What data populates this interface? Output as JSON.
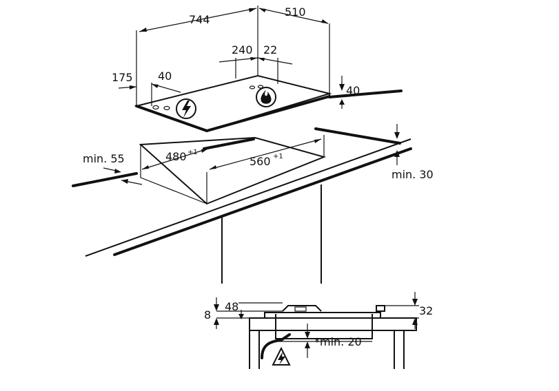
{
  "labels": {
    "width_total": "744",
    "depth_total": "510",
    "burner_offset_x": "240",
    "burner_offset_y": "22",
    "conn_offset_x": "175",
    "conn_offset_y": "40",
    "hob_height": "40",
    "min_side": "min. 55",
    "cutout_depth": "480",
    "cutout_width": "560",
    "tolerance": "+1",
    "min_front": "min. 30",
    "side_8": "8",
    "side_48": "48",
    "side_32": "32",
    "min_below": "*min. 20"
  },
  "icons": {
    "electric": "lightning-bolt-icon",
    "gas": "flame-icon"
  },
  "colors": {
    "line": "#111111",
    "background": "#ffffff"
  }
}
